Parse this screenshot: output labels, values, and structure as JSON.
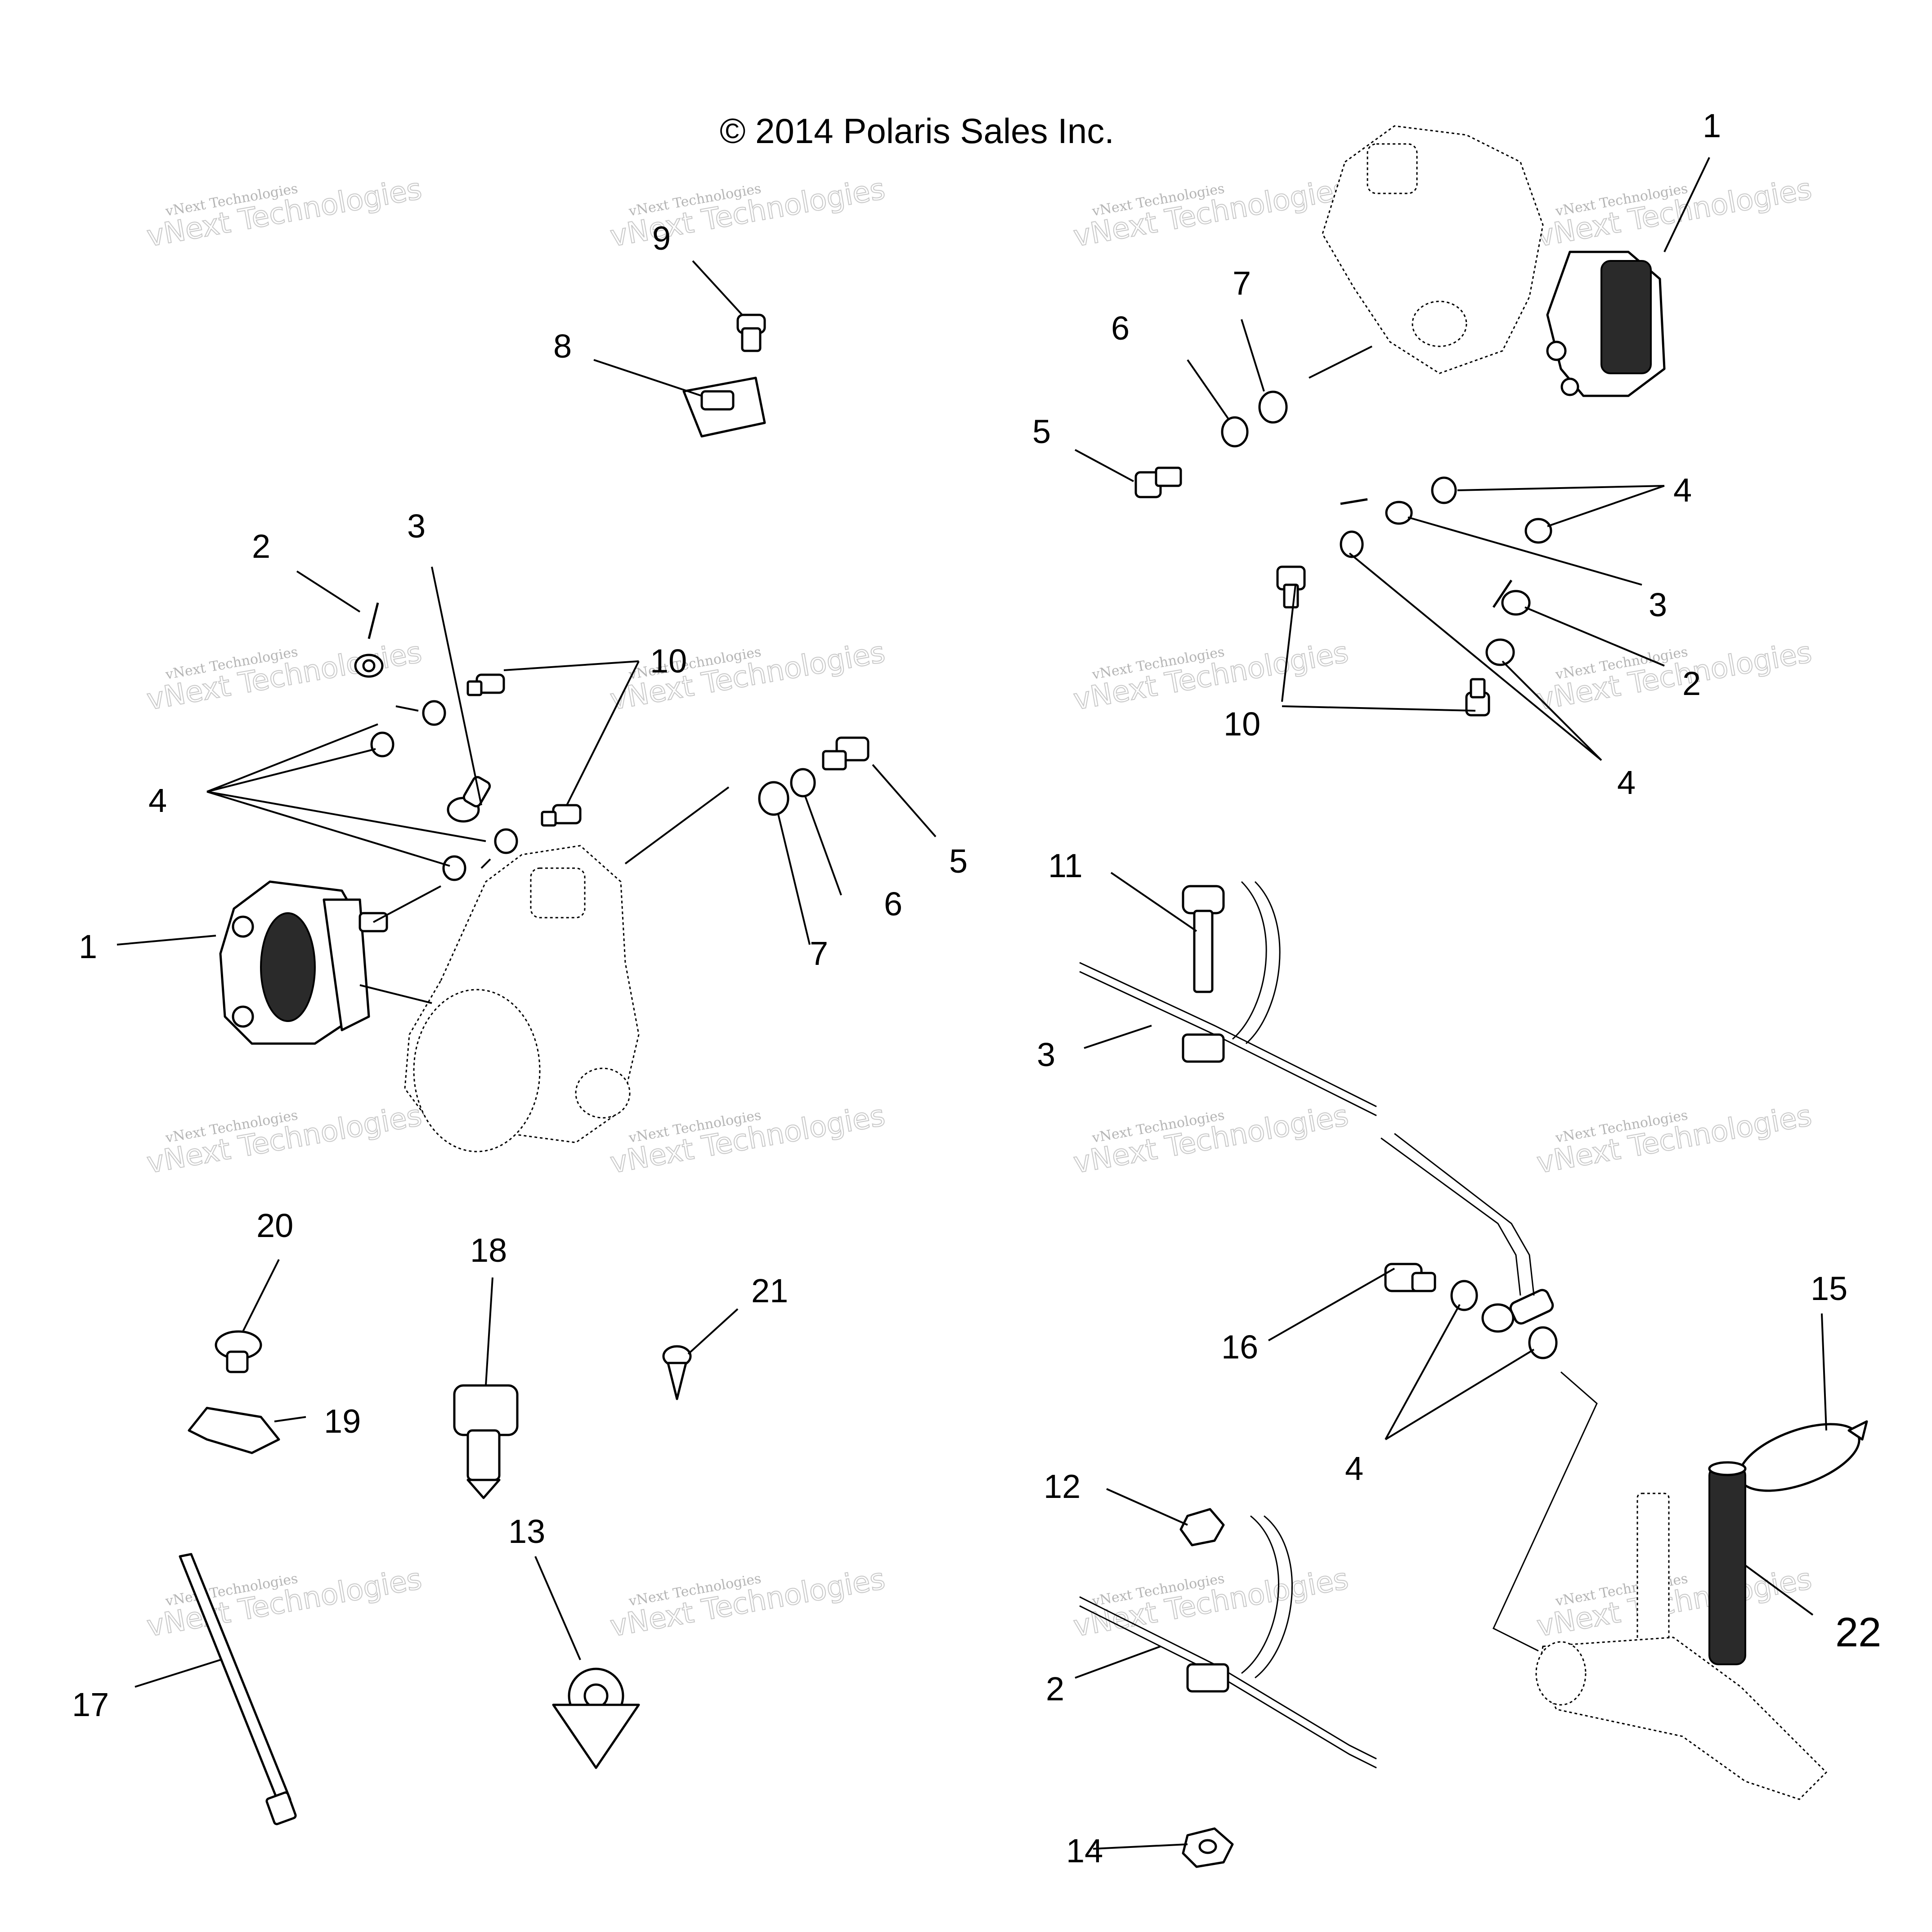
{
  "copyright": "© 2014 Polaris Sales Inc.",
  "watermark": {
    "small": "vNext Technologies",
    "large": "vNext Technologies"
  },
  "callouts": {
    "c_1a": "1",
    "c_1b": "1",
    "c_2a": "2",
    "c_2b": "2",
    "c_2c": "2",
    "c_3a": "3",
    "c_3b": "3",
    "c_3c": "3",
    "c_4a": "4",
    "c_4b": "4",
    "c_4c": "4",
    "c_4d": "4",
    "c_5a": "5",
    "c_5b": "5",
    "c_6a": "6",
    "c_6b": "6",
    "c_7a": "7",
    "c_7b": "7",
    "c_8": "8",
    "c_9": "9",
    "c_10a": "10",
    "c_10b": "10",
    "c_11": "11",
    "c_12": "12",
    "c_13": "13",
    "c_14": "14",
    "c_15": "15",
    "c_16": "16",
    "c_17": "17",
    "c_18": "18",
    "c_19": "19",
    "c_20": "20",
    "c_21": "21",
    "c_22": "22"
  }
}
